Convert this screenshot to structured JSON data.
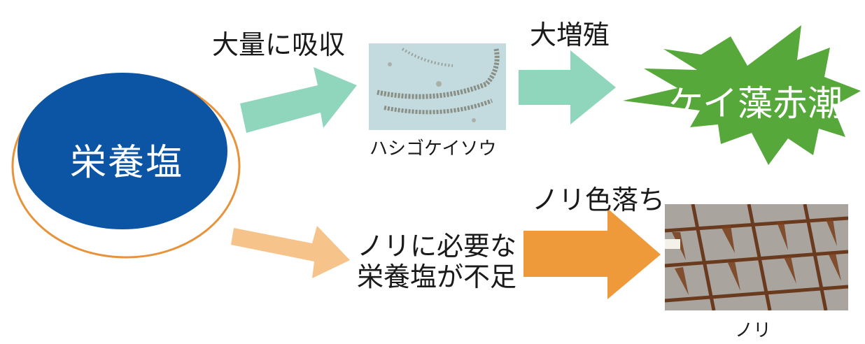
{
  "nutrient": {
    "label": "栄養塩"
  },
  "top_path": {
    "arrow1_label": "大量に吸収",
    "diatom_caption": "ハシゴケイソウ",
    "arrow2_label": "大増殖",
    "result_label": "ケイ藻赤潮"
  },
  "bottom_path": {
    "shortage_text_line1": "ノリに必要な",
    "shortage_text_line2": "栄養塩が不足",
    "arrow_label": "ノリ色落ち",
    "nori_caption": "ノリ"
  },
  "colors": {
    "nutrient_fill": "#0b55a4",
    "nutrient_ring": "#e8923a",
    "arrow_green": "#8fd6bd",
    "arrow_light_orange": "#f6c48a",
    "arrow_orange": "#ef9a3a",
    "burst_green": "#56a83a"
  },
  "icons": {
    "diatom_photo": "diatom-microscope-photo",
    "nori_photo": "nori-net-photo"
  }
}
